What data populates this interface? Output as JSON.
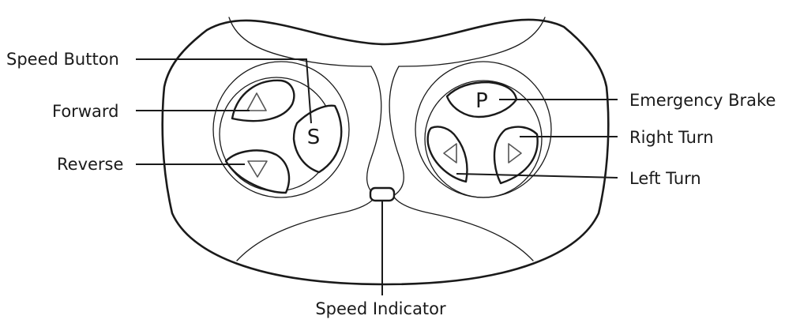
{
  "labels": {
    "speed_button": "Speed Button",
    "forward": "Forward",
    "reverse": "Reverse",
    "emergency_brake": "Emergency Brake",
    "right_turn": "Right Turn",
    "left_turn": "Left Turn",
    "speed_indicator": "Speed Indicator"
  },
  "buttons": {
    "speed_letter": "S",
    "park_letter": "P"
  },
  "icons": {
    "forward": "triangle-up-icon",
    "reverse": "triangle-down-icon",
    "left": "triangle-left-icon",
    "right": "triangle-right-icon"
  },
  "colors": {
    "line": "#1a1a1a",
    "glyph": "#555555",
    "background": "#ffffff"
  }
}
